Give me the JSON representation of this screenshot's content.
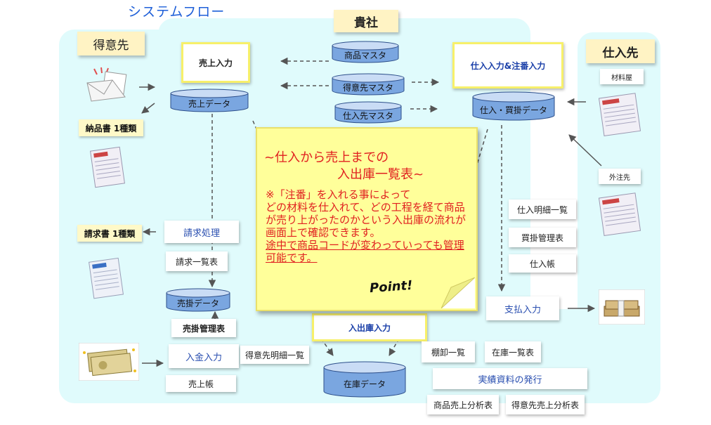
{
  "title": "システムフロー",
  "headers": {
    "customer": "得意先",
    "company": "貴社",
    "supplier": "仕入先"
  },
  "boxes": {
    "sales_input": "売上入力",
    "purchase_order_input": "仕入入力&注番入力",
    "billing": "請求処理",
    "billing_list": "請求一覧表",
    "ar_table": "売掛管理表",
    "payment_receipt_input": "入金入力",
    "sales_ledger": "売上帳",
    "customer_detail_list": "得意先明細一覧",
    "stock_io_input": "入出庫入力",
    "inventory_list": "棚卸一覧",
    "stock_list": "在庫一覧表",
    "results_issue": "実績資料の発行",
    "product_sales_analysis": "商品売上分析表",
    "customer_sales_analysis": "得意先売上分析表",
    "purchase_detail_list": "仕入明細一覧",
    "ap_table": "買掛管理表",
    "purchase_ledger": "仕入帳",
    "payment_input": "支払入力",
    "material_shop": "材料屋",
    "outsource": "外注先"
  },
  "labels": {
    "delivery_note": "納品書 1種類",
    "invoice": "請求書 1種類"
  },
  "databases": {
    "product_master": "商品マスタ",
    "customer_master": "得意先マスタ",
    "supplier_master": "仕入先マスタ",
    "sales_data": "売上データ",
    "purchase_data": "仕入・買掛データ",
    "ar_data": "売掛データ",
    "stock_data": "在庫データ"
  },
  "note": {
    "title_line1": "~仕入から売上までの",
    "title_line2": "入出庫一覧表~",
    "body_line1": "※「注番」を入れる事によって",
    "body_line2": "どの材料を仕入れて、どの工程を経て商品が売り上がったのかという入出庫の流れが画面上で確認できます。",
    "body_line3": "途中で商品コードが変わっていっても管理可能です。",
    "point": "Point!"
  },
  "icons": {
    "envelope": "envelope-order-icon",
    "delivery_doc": "delivery-document-icon",
    "invoice_doc": "invoice-document-icon",
    "cash": "cash-bills-icon",
    "money_bundle": "money-bundle-icon",
    "supplier_doc1": "supplier-delivery-document-icon",
    "supplier_doc2": "outsource-delivery-document-icon"
  },
  "colors": {
    "title": "#1e5fd8",
    "region": "#e0fbfc",
    "db_fill": "#7aa6e0",
    "db_top": "#c9dcf5",
    "note_bg": "#ffff9a",
    "note_text": "#e02020"
  }
}
